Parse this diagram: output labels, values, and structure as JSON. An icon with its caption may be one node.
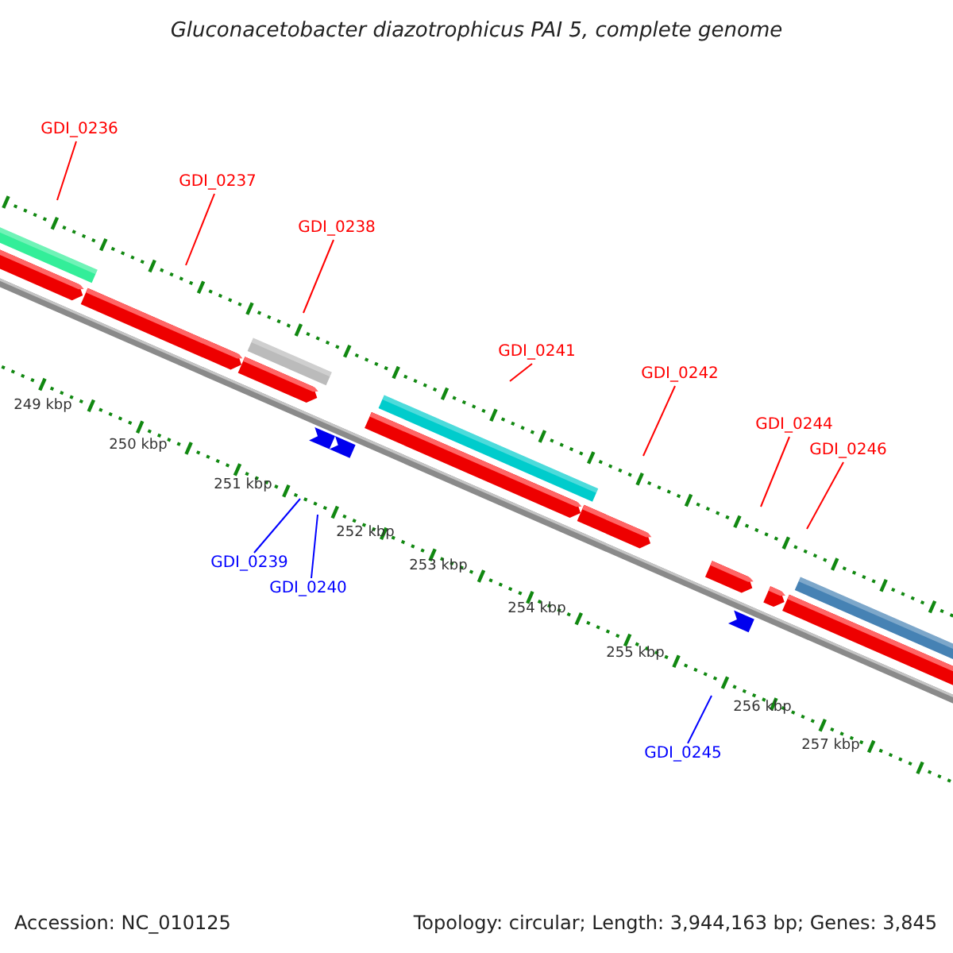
{
  "diagram": {
    "title": "Gluconacetobacter diazotrophicus PAI 5, complete genome",
    "nodes": [
      {
        "text": [
          "GDI_0236"
        ]
      },
      {
        "text": [
          "GDI_0237"
        ]
      },
      {
        "text": [
          "GDI_0238"
        ]
      },
      {
        "text": [
          "GDI_0241"
        ]
      },
      {
        "text": [
          "GDI_0242"
        ]
      },
      {
        "text": [
          "GDI_0244"
        ]
      },
      {
        "text": [
          "GDI_0246"
        ]
      },
      {
        "text": [
          "GDI_0239"
        ]
      },
      {
        "text": [
          "GDI_0240"
        ]
      },
      {
        "text": [
          "GDI_0245"
        ]
      }
    ],
    "edges": [
      {
        "from": 0,
        "to": null,
        "arrow": "none"
      },
      {
        "from": 1,
        "to": null,
        "arrow": "none"
      },
      {
        "from": 2,
        "to": null,
        "arrow": "none"
      },
      {
        "from": 3,
        "to": null,
        "arrow": "none"
      },
      {
        "from": 4,
        "to": null,
        "arrow": "none"
      },
      {
        "from": 5,
        "to": null,
        "arrow": "none"
      },
      {
        "from": 6,
        "to": null,
        "arrow": "none"
      },
      {
        "from": 7,
        "to": null,
        "arrow": "none",
        "color": "#0000ff"
      },
      {
        "from": 8,
        "to": null,
        "arrow": "none",
        "color": "#0000ff"
      },
      {
        "from": 9,
        "to": null,
        "arrow": "none",
        "color": "#0000ff"
      }
    ],
    "labels": [
      "249 kbp",
      "250 kbp",
      "251 kbp",
      "252 kbp",
      "253 kbp",
      "254 kbp",
      "255 kbp",
      "256 kbp",
      "257 kbp",
      "Accession: NC_010125",
      "Topology: circular; Length: 3,944,163 bp; Genes: 3,845"
    ]
  }
}
